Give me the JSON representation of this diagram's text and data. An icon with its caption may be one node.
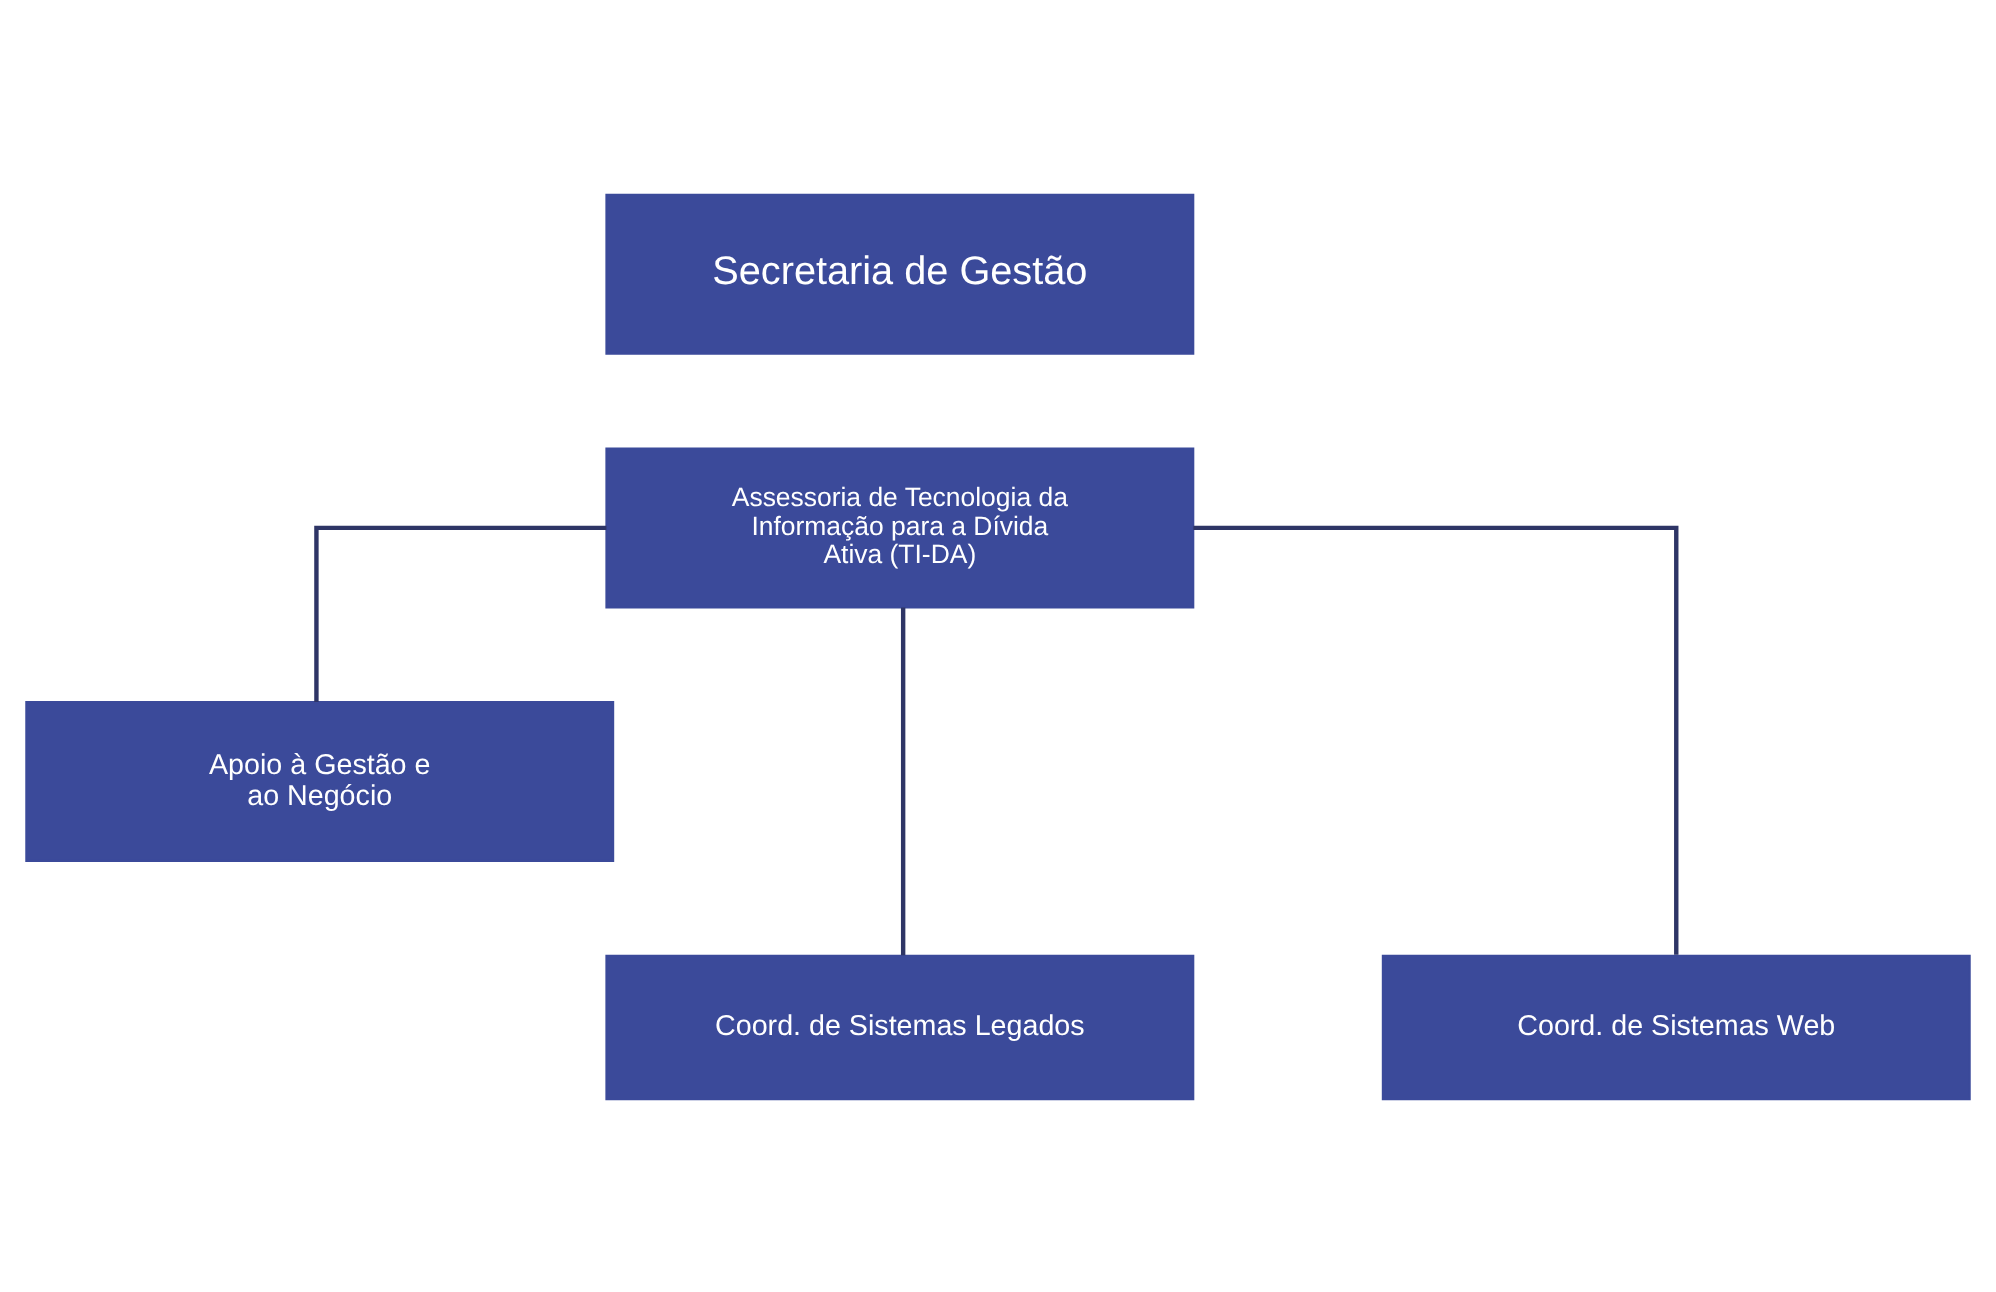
{
  "diagram": {
    "nodes": [
      {
        "text": [
          "Secretaria de Gestão"
        ]
      },
      {
        "text": [
          "Assessoria de Tecnologia da Informação para a Dívida Ativa (TI-DA)"
        ]
      },
      {
        "text": [
          "Apoio à Gestão e ao Negócio"
        ]
      },
      {
        "text": [
          "Coord. de Sistemas Legados"
        ]
      },
      {
        "text": [
          "Coord. de Sistemas Web"
        ]
      }
    ],
    "edges": [
      {
        "from": 1,
        "to": 2,
        "arrow": "none"
      },
      {
        "from": 1,
        "to": 3,
        "arrow": "none"
      },
      {
        "from": 1,
        "to": 4,
        "arrow": "none"
      }
    ]
  }
}
